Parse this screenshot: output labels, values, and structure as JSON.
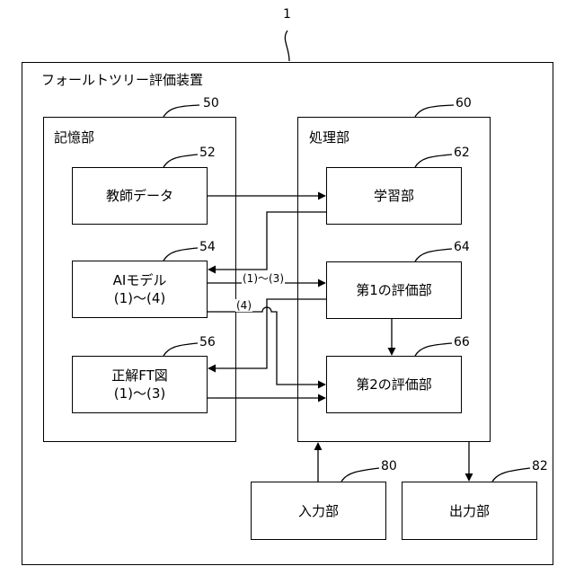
{
  "device": {
    "ref": "1",
    "title": "フォールトツリー評価装置"
  },
  "storage": {
    "ref": "50",
    "title": "記憶部",
    "teacher": {
      "ref": "52",
      "label": "教師データ"
    },
    "ai_model": {
      "ref": "54",
      "line1": "AIモデル",
      "line2": "(1)〜(4)"
    },
    "correct_ft": {
      "ref": "56",
      "line1": "正解FT図",
      "line2": "(1)〜(3)"
    }
  },
  "processing": {
    "ref": "60",
    "title": "処理部",
    "learning": {
      "ref": "62",
      "label": "学習部"
    },
    "eval1": {
      "ref": "64",
      "label": "第1の評価部"
    },
    "eval2": {
      "ref": "66",
      "label": "第2の評価部"
    }
  },
  "input": {
    "ref": "80",
    "label": "入力部"
  },
  "output": {
    "ref": "82",
    "label": "出力部"
  },
  "wire_labels": {
    "models_1_3": "(1)〜(3)",
    "model_4": "(4)"
  }
}
